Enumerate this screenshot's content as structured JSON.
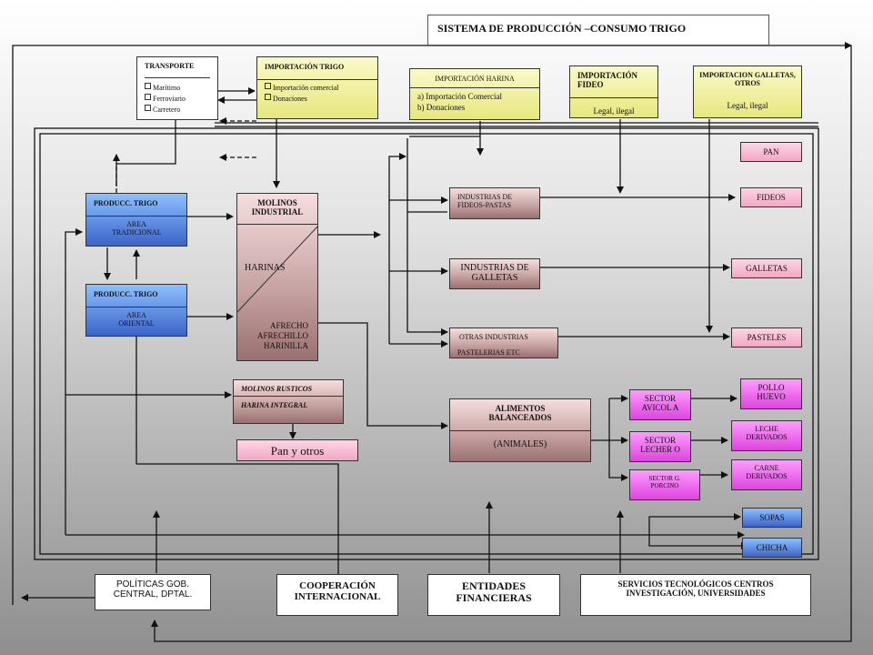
{
  "title": "SISTEMA DE PRODUCCIÓN –CONSUMO TRIGO",
  "transporte": {
    "title": "TRANSPORTE",
    "items": [
      "Marítimo",
      "Ferroviario",
      "Carretero"
    ]
  },
  "importacion_trigo": {
    "title": "IMPORTACIÓN TRIGO",
    "items": [
      "Importación comercial",
      "Donaciones"
    ]
  },
  "importacion_harina": {
    "title": "IMPORTACIÓN HARINA",
    "items": [
      "a) Importación Comercial",
      "b) Donaciones"
    ]
  },
  "importacion_fideo": {
    "title": "IMPORTACIÓN FIDEO",
    "sub": "Legal, ilegal"
  },
  "importacion_galletas": {
    "title": "IMPORTACION GALLETAS, OTROS",
    "sub": "Legal, ilegal"
  },
  "produc_trad": {
    "title": "PRODUCC. TRIGO",
    "sub": "AREA TRADICIONAL"
  },
  "produc_ori": {
    "title": "PRODUCC. TRIGO",
    "sub": "AREA ORIENTAL"
  },
  "molinos_ind": {
    "title": "MOLINOS INDUSTRIAL",
    "harinas": "HARINAS",
    "afrecho": [
      "AFRECHO",
      "AFRECHILLO",
      "HARINILLA"
    ]
  },
  "molinos_rusticos": {
    "title": "MOLINOS RUSTICOS",
    "sub": "HARINA INTEGRAL"
  },
  "pan_otros": "Pan y otros",
  "ind_fideos": "INDUSTRIAS DE FIDEOS-PASTAS",
  "ind_galletas": "INDUSTRIAS DE GALLETAS",
  "otras_ind": {
    "title": "OTRAS INDUSTRIAS",
    "sub": "PASTELERIAS ETC"
  },
  "alimentos": {
    "title": "ALIMENTOS BALANCEADOS",
    "sub": "(ANIMALES)"
  },
  "sectores": {
    "avicola": "SECTOR AVICOL A",
    "lechero": "SECTOR LECHER O",
    "porcino": "SECTOR G. PORCINO"
  },
  "productos": {
    "pan": "PAN",
    "fideos": "FIDEOS",
    "galletas": "GALLETAS",
    "pasteles": "PASTELES",
    "sopas": "SOPAS",
    "chicha": "CHICHA"
  },
  "salidas": {
    "pollo": "POLLO HUEVO",
    "leche": "LECHE DERIVADOS",
    "carne": "CARNE DERIVADOS"
  },
  "bottom": {
    "politicas": "POLÍTICAS GOB. CENTRAL, DPTAL.",
    "cooperacion": "COOPERACIÓN INTERNACIONAL",
    "entidades": "ENTIDADES FINANCIERAS",
    "servicios": "SERVICIOS TECNOLÓGICOS CENTROS INVESTIGACIÓN, UNIVERSIDADES"
  },
  "colors": {
    "yellow": "#e7e77e",
    "blue": "#3c64c8",
    "mauve": "#c4a0a0",
    "pink": "#f2a8c6",
    "magenta": "#dd44dd"
  }
}
